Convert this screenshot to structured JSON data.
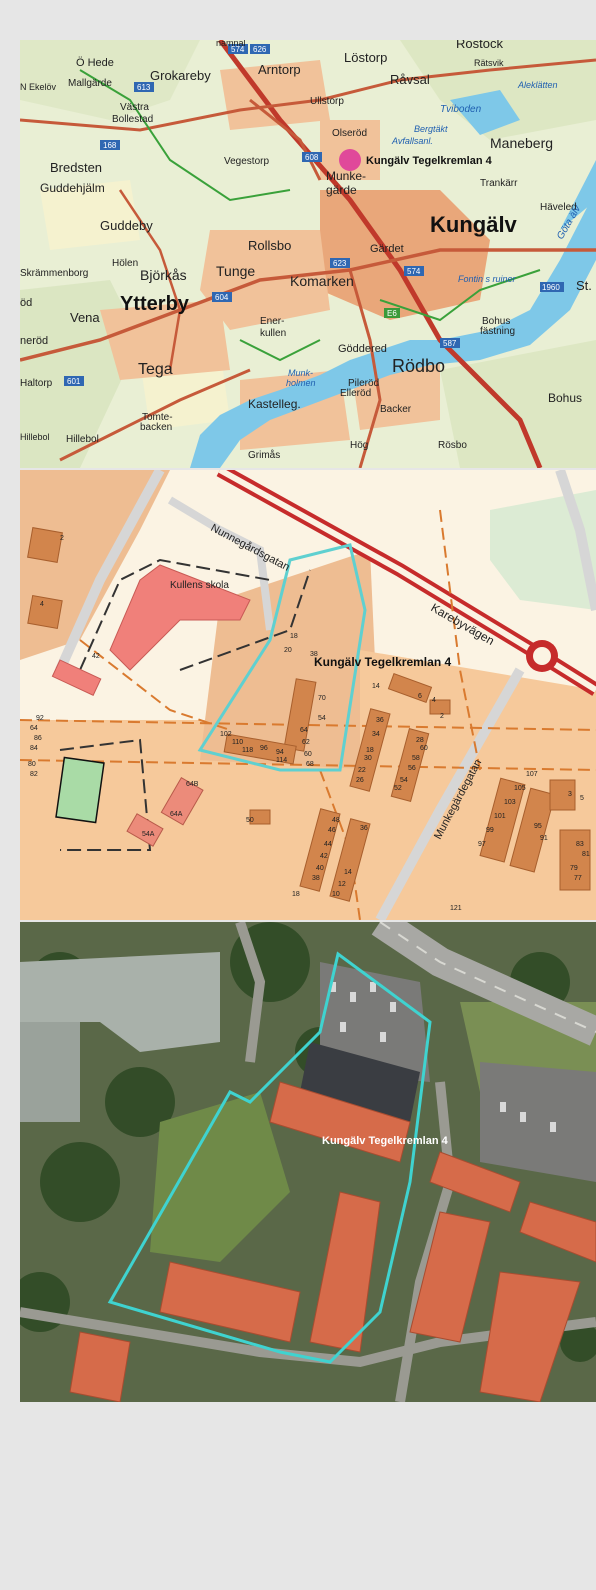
{
  "overview": {
    "towns": {
      "kungalv": "Kungälv",
      "ytterby": "Ytterby",
      "rodbo": "Rödbo",
      "tega": "Tega",
      "kastelleg": "Kastelleg.",
      "komarken": "Komarken",
      "rollsbo": "Rollsbo",
      "tunge": "Tunge",
      "bjorkas": "Björkås",
      "vena": "Vena",
      "guddeby": "Guddeby",
      "bredsten": "Bredsten",
      "guddehjalm": "Guddehjälm",
      "grokareby": "Grokareby",
      "arntorp": "Arntorp",
      "lostorp": "Löstorp",
      "ravsal": "Råvsal",
      "rostock": "Rostock",
      "maneberg": "Maneberg",
      "munkegarde_1": "Munke-",
      "munkegarde_2": "gärde",
      "gardet": "Gärdet",
      "goddered": "Göddered",
      "bohus": "Bohus",
      "bohus_fastning_1": "Bohus",
      "bohus_fastning_2": "fästning",
      "haveled": "Häveled",
      "st": "St.",
      "o_hede": "Ö Hede",
      "mallgarde": "Mallgärde",
      "n_ekelov": "N Ekelöv",
      "vastra_bollestad_1": "Västra",
      "vastra_bollestad_2": "Bollestad",
      "vegestorp": "Vegestorp",
      "ullstorp": "Ullstorp",
      "olserod": "Olseröd",
      "bergtakt": "Bergtäkt",
      "avfallsanl": "Avfallsanl.",
      "ratsvik": "Rätsvik",
      "aleklatten": "Aleklätten",
      "tviboden": "Tviboden",
      "trankarr": "Trankärr",
      "holen": "Hölen",
      "skrammenborg": "Skrämmenborg",
      "rod": "öd",
      "nerod": "neröd",
      "haltorp": "Haltorp",
      "hillebol": "Hillebol",
      "tomtebacken_1": "Tomte-",
      "tomtebacken_2": "backen",
      "grimas": "Grimås",
      "hog": "Hög",
      "rosbo": "Rösbo",
      "backer": "Backer",
      "elleröd": "Elleröd",
      "pileröd": "Pileröd",
      "munkholmen_1": "Munk-",
      "munkholmen_2": "holmen",
      "enerkullen_1": "Ener-",
      "enerkullen_2": "kullen",
      "fontin": "Fontin s ruiner",
      "gota_alv": "Göta älv",
      "namnal": "namnal"
    },
    "roads": [
      "574",
      "626",
      "613",
      "168",
      "608",
      "623",
      "574",
      "604",
      "E6",
      "587",
      "601",
      "1960"
    ],
    "marker_label": "Kungälv Tegelkremlan 4",
    "marker_color": "#e0499a"
  },
  "plan": {
    "streets": {
      "nunnegardsgatan": "Nunnegårdsgatan",
      "karebyvagen": "Karebyvägen",
      "munkegardegatan": "Munkegärdegatan"
    },
    "school": "Kullens skola",
    "property_label": "Kungälv Tegelkremlan 4",
    "outline_color": "#5fd0d0",
    "house_numbers": [
      "2",
      "4",
      "42",
      "18",
      "20",
      "38",
      "70",
      "54",
      "64",
      "62",
      "60",
      "68",
      "102",
      "110",
      "118",
      "96",
      "94",
      "114",
      "14",
      "6",
      "4",
      "2",
      "36",
      "34",
      "18",
      "30",
      "22",
      "26",
      "28",
      "54",
      "52",
      "56",
      "58",
      "60",
      "107",
      "105",
      "103",
      "101",
      "99",
      "97",
      "95",
      "91",
      "83",
      "81",
      "79",
      "77",
      "3",
      "5",
      "48",
      "46",
      "44",
      "42",
      "40",
      "38",
      "36",
      "14",
      "12",
      "10",
      "18",
      "64B",
      "64A",
      "50",
      "54A",
      "64",
      "80",
      "82",
      "84",
      "86",
      "92",
      "121"
    ]
  },
  "aerial": {
    "property_label": "Kungälv Tegelkremlan 4",
    "outline_color": "#3fd3d0"
  }
}
